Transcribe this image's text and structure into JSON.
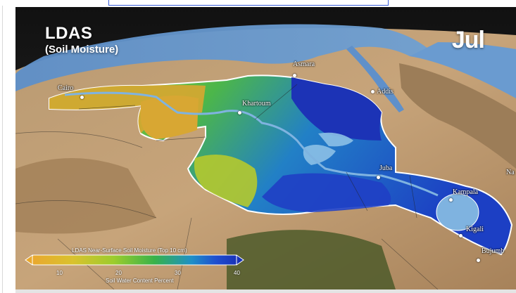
{
  "title": {
    "main": "LDAS",
    "sub": "(Soil Moisture)"
  },
  "month": "Jul",
  "cities": [
    {
      "name": "Cairo"
    },
    {
      "name": "Asmara"
    },
    {
      "name": "Addis"
    },
    {
      "name": "Khartoum"
    },
    {
      "name": "Juba"
    },
    {
      "name": "Kampala"
    },
    {
      "name": "Kigali"
    },
    {
      "name": "Bujumb"
    },
    {
      "name": "Na"
    }
  ],
  "legend": {
    "title": "LDAS Near-Surface Soil Moisture (Top 10 cm)",
    "ticks": [
      "10",
      "20",
      "30",
      "40"
    ],
    "unit": "Soil Water Content Percent",
    "colors": [
      "#e9a82f",
      "#d9c22e",
      "#9ccc2d",
      "#37b24a",
      "#1f8fc7",
      "#1f4ecf",
      "#1a33b8"
    ]
  }
}
